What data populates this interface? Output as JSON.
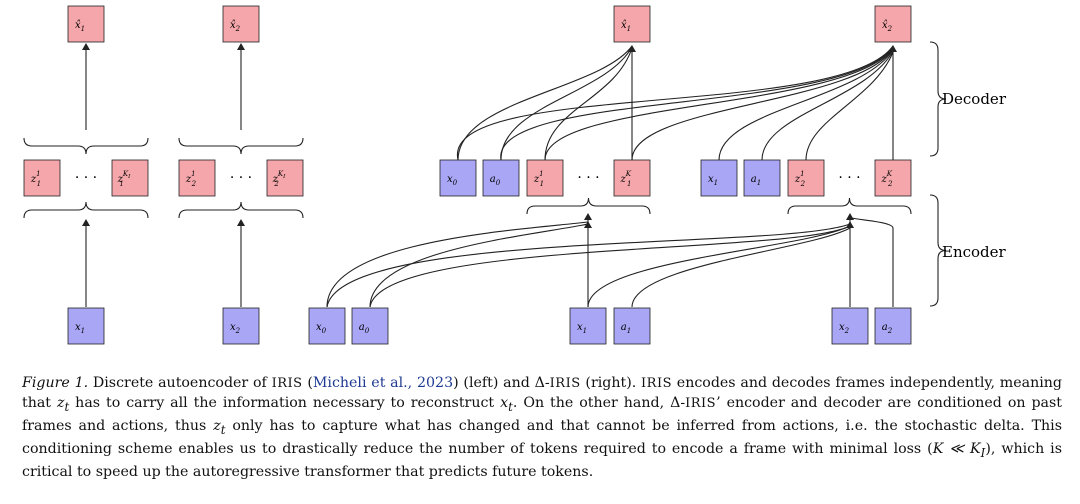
{
  "colors": {
    "pink": "#f4a6aa",
    "purple": "#a9a6f5",
    "stroke": "#222222"
  },
  "diagram": {
    "left_columns": [
      {
        "input": "x",
        "input_sub": "1",
        "output": "x̂",
        "output_sub": "1",
        "z_first": "z",
        "z_first_sup": "1",
        "z_first_sub": "1",
        "z_last": "z",
        "z_last_sup": "K",
        "z_last_sup_sub": "I",
        "z_last_sub": "1"
      },
      {
        "input": "x",
        "input_sub": "2",
        "output": "x̂",
        "output_sub": "2",
        "z_first": "z",
        "z_first_sup": "1",
        "z_first_sub": "2",
        "z_last": "z",
        "z_last_sup": "K",
        "z_last_sup_sub": "I",
        "z_last_sub": "2"
      }
    ],
    "dots": "· · ·",
    "right_inputs": [
      {
        "frame": "x",
        "frame_sub": "0",
        "action": "a",
        "action_sub": "0"
      },
      {
        "frame": "x",
        "frame_sub": "1",
        "action": "a",
        "action_sub": "1"
      },
      {
        "frame": "x",
        "frame_sub": "2",
        "action": "a",
        "action_sub": "2"
      }
    ],
    "right_latents": [
      {
        "frame": "x",
        "frame_sub": "0",
        "action": "a",
        "action_sub": "0",
        "z_first": "z",
        "z_first_sup": "1",
        "z_first_sub": "1",
        "z_last": "z",
        "z_last_sup": "K",
        "z_last_sub": "1",
        "output": "x̂",
        "output_sub": "1"
      },
      {
        "frame": "x",
        "frame_sub": "1",
        "action": "a",
        "action_sub": "1",
        "z_first": "z",
        "z_first_sup": "1",
        "z_first_sub": "2",
        "z_last": "z",
        "z_last_sup": "K",
        "z_last_sub": "2",
        "output": "x̂",
        "output_sub": "2"
      }
    ],
    "decoder_label": "Decoder",
    "encoder_label": "Encoder"
  },
  "caption": {
    "figure_label": "Figure 1.",
    "t1": " Discrete autoencoder of ",
    "iris1": "IRIS",
    "t2": " (",
    "cite": "Micheli et al., 2023",
    "t3": ") (left) and ",
    "delta1": "Δ-",
    "iris2": "IRIS",
    "t4": " (right). ",
    "iris3": "IRIS",
    "t5": " encodes and decodes frames independently, meaning that ",
    "m1": "z",
    "m1s": "t",
    "t6": " has to carry all the information necessary to reconstruct ",
    "m2": "x",
    "m2s": "t",
    "t7": ". On the other hand, ",
    "delta2": "Δ-",
    "iris4": "IRIS",
    "t8": "’ encoder and decoder are conditioned on past frames and actions, thus ",
    "m3": "z",
    "m3s": "t",
    "t9": " only has to capture what has changed and that cannot be inferred from actions, i.e. the stochastic delta. This conditioning scheme enables us to drastically reduce the number of tokens required to encode a frame with minimal loss (",
    "m4": "K ≪ K",
    "m4s": "I",
    "t10": "), which is critical to speed up the autoregressive transformer that predicts future tokens."
  }
}
